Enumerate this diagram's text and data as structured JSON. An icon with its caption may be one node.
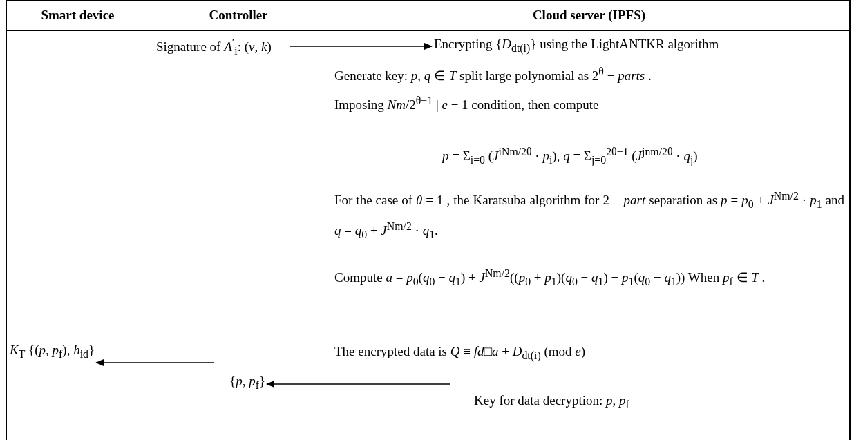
{
  "diagram": {
    "nodes": [
      {
        "text": [
          "Signature of *A*$^{′}$$_{i}$: (*v*, *k*)"
        ]
      },
      {
        "text": [
          "Encrypting {*D*$_{dt(i)}$} using the LightANTKR algorithm"
        ]
      },
      {
        "text": [
          "{*p*, *p*$_{f}$}"
        ]
      },
      {
        "text": [
          "*K*$_{T}$ {(*p*, *p*$_{f}$), *h*$_{id}$}"
        ]
      },
      {
        "text": [
          "Key for data decryption: *p*, *p*$_{f}$"
        ]
      }
    ],
    "edges": [
      {
        "from": 0,
        "to": 1,
        "arrow": "to"
      },
      {
        "from": 4,
        "to": 2,
        "arrow": "to"
      },
      {
        "from": 2,
        "to": 3,
        "arrow": "to"
      }
    ],
    "labels": [
      "Smart device",
      "Controller",
      "Cloud server (IPFS)",
      "Generate key: *p*, *q* ∈ *T* split large polynomial as 2$^{θ}$ − *parts* .",
      "Imposing *Nm*/2$^{θ−1}$ | *e* − 1 condition, then compute",
      "*p* = Σ$_{i=0}$ (*J*$^{iNm/2θ}$ · *p*$_{i}$), *q* = Σ$_{j=0}$$^{2θ−1}$ (*J*$^{jnm/2θ}$ · *q*$_{j}$)",
      "For the case of *θ* = 1 , the Karatsuba algorithm for 2 − *part* separation as *p* = *p*$_{0}$ + *J*$^{Nm/2}$ · *p*$_{1}$ and *q* = *q*$_{0}$ + *J*$^{Nm/2}$ · *q*$_{1}$.",
      "Compute *a* = *p*$_{0}$(*q*$_{0}$ − *q*$_{1}$) + *J*$^{Nm/2}$((*p*$_{0}$ + *p*$_{1}$)(*q*$_{0}$ − *q*$_{1}$) − *p*$_{1}$(*q*$_{0}$ − *q*$_{1}$)) When *p*$_{f}$ ∈ *T* .",
      "The encrypted data is *Q* ≡ *fd*□*a* + *D*$_{dt(i)}$ (mod *e*)"
    ]
  }
}
